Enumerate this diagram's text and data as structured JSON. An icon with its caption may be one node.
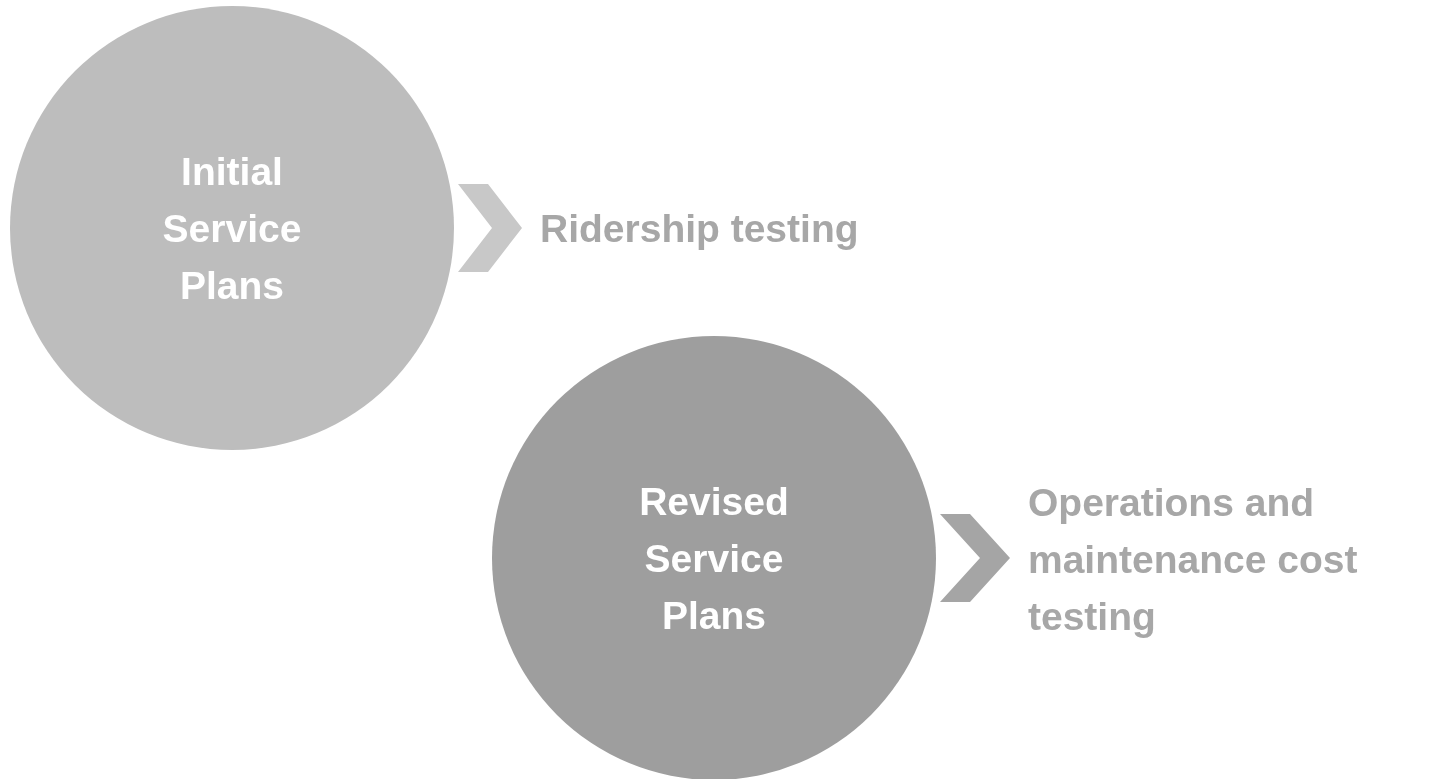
{
  "diagram": {
    "nodes": [
      {
        "text": [
          "Initial Service Plans"
        ]
      },
      {
        "text": [
          "Ridership testing"
        ]
      },
      {
        "text": [
          "Revised Service Plans"
        ]
      },
      {
        "text": [
          "Operations and maintenance cost testing"
        ]
      }
    ],
    "edges": [
      {
        "from": 0,
        "to": 1,
        "arrow": "to"
      },
      {
        "from": 2,
        "to": 3,
        "arrow": "to"
      }
    ]
  }
}
